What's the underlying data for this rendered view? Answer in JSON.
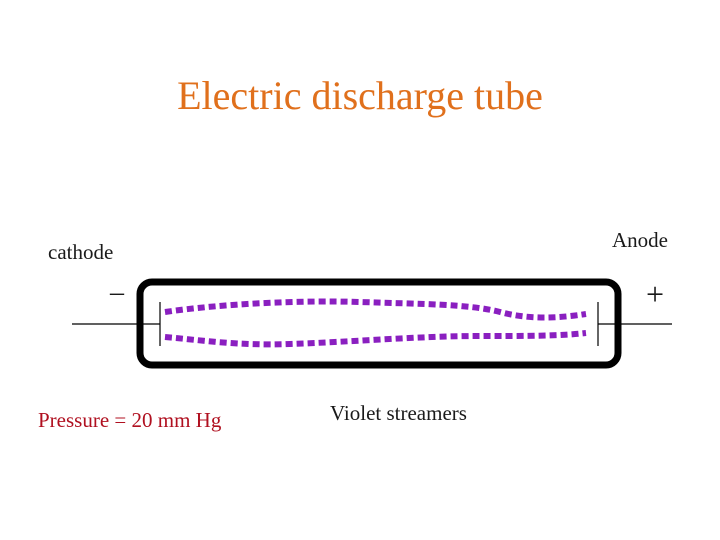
{
  "title": "Electric discharge tube",
  "labels": {
    "cathode": "cathode",
    "anode": "Anode",
    "cathode_sign": "–",
    "anode_sign": "+",
    "pressure": "Pressure = 20 mm Hg",
    "streamers": "Violet streamers"
  },
  "colors": {
    "title": "#e0701c",
    "pressure": "#b01020",
    "streamers": "#8a1fc0",
    "tube": "#000000"
  }
}
